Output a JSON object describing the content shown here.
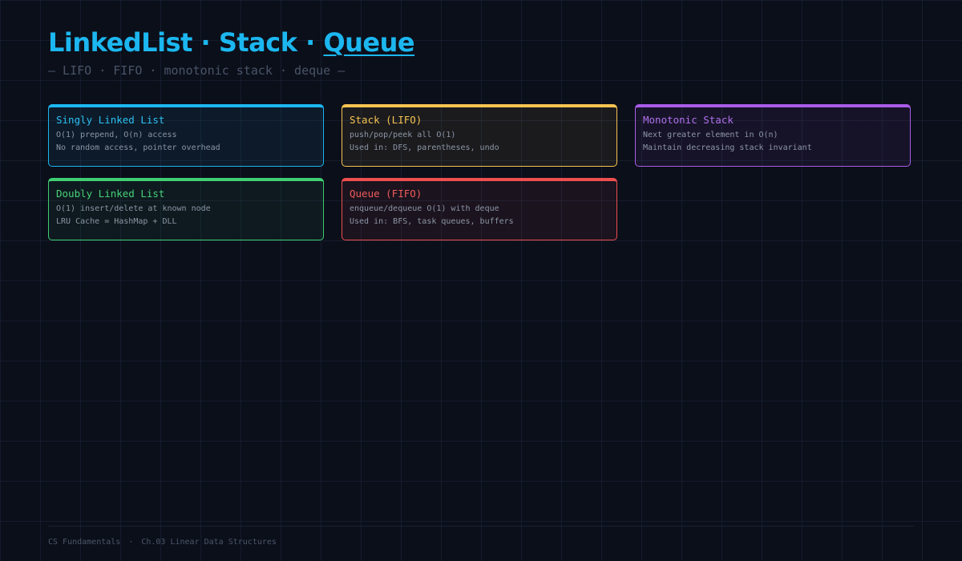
{
  "title": {
    "part1": "LinkedList",
    "sep": "·",
    "part2": "Stack",
    "part3": "Queue"
  },
  "subtitle": "— LIFO · FIFO · monotonic stack · deque —",
  "cards": [
    {
      "title": "Singly Linked List",
      "lines": [
        "O(1) prepend, O(n) access",
        "No random access, pointer overhead"
      ],
      "color": "#1cb7f0"
    },
    {
      "title": "Stack (LIFO)",
      "lines": [
        "push/pop/peek all O(1)",
        "Used in: DFS, parentheses, undo"
      ],
      "color": "#f7c450"
    },
    {
      "title": "Monotonic Stack",
      "lines": [
        "Next greater element in O(n)",
        "Maintain decreasing stack invariant"
      ],
      "color": "#a95ce8"
    },
    {
      "title": "Doubly Linked List",
      "lines": [
        "O(1) insert/delete at known node",
        "LRU Cache = HashMap + DLL"
      ],
      "color": "#3fcf72"
    },
    {
      "title": "Queue (FIFO)",
      "lines": [
        "enqueue/dequeue O(1) with deque",
        "Used in: BFS, task queues, buffers"
      ],
      "color": "#ef4f4f"
    }
  ],
  "footer": {
    "course": "CS Fundamentals",
    "sep": "·",
    "chapter": "Ch.03 Linear Data Structures"
  }
}
